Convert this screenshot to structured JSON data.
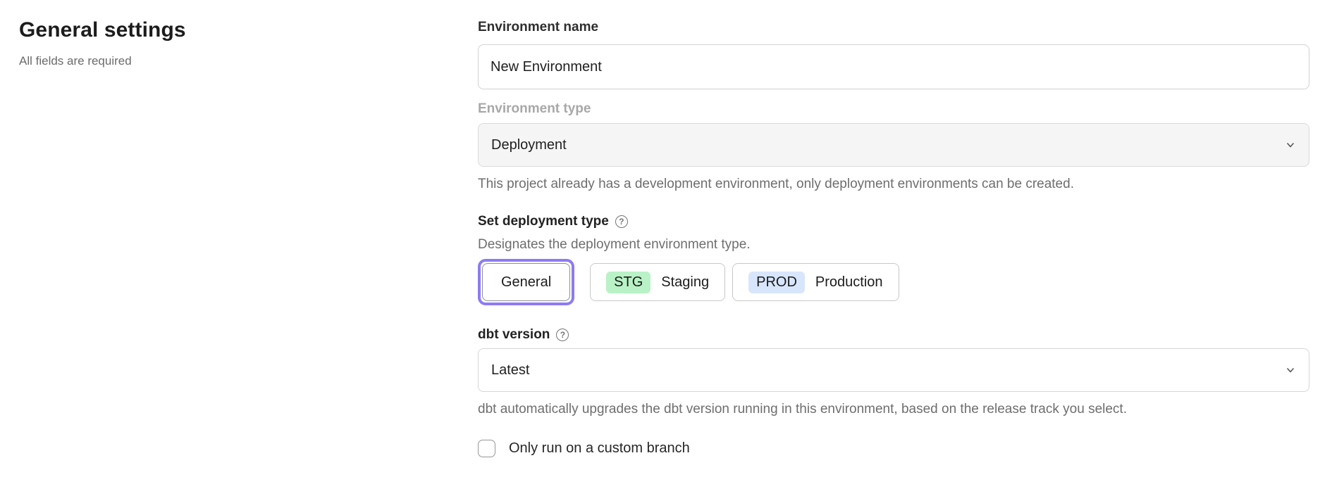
{
  "page": {
    "title": "General settings",
    "subtitle": "All fields are required"
  },
  "form": {
    "environment_name": {
      "label": "Environment name",
      "value": "New Environment"
    },
    "environment_type": {
      "label": "Environment type",
      "value": "Deployment",
      "disabled": true,
      "helper": "This project already has a development environment, only deployment environments can be created."
    },
    "deployment_type": {
      "label": "Set deployment type",
      "helper": "Designates the deployment environment type.",
      "options": [
        {
          "label": "General",
          "selected": true
        },
        {
          "badge": "STG",
          "label": "Staging",
          "selected": false
        },
        {
          "badge": "PROD",
          "label": "Production",
          "selected": false
        }
      ]
    },
    "dbt_version": {
      "label": "dbt version",
      "value": "Latest",
      "helper": "dbt automatically upgrades the dbt version running in this environment, based on the release track you select."
    },
    "custom_branch": {
      "label": "Only run on a custom branch",
      "checked": false
    }
  },
  "icons": {
    "help": "question-circle-icon",
    "chevron": "chevron-down-icon",
    "help_glyph": "?"
  },
  "colors": {
    "accent_ring": "#8c7bf4",
    "stg_badge_bg": "#b9f2c6",
    "prod_badge_bg": "#d8e6fc",
    "disabled_select_bg": "#f5f5f5"
  }
}
